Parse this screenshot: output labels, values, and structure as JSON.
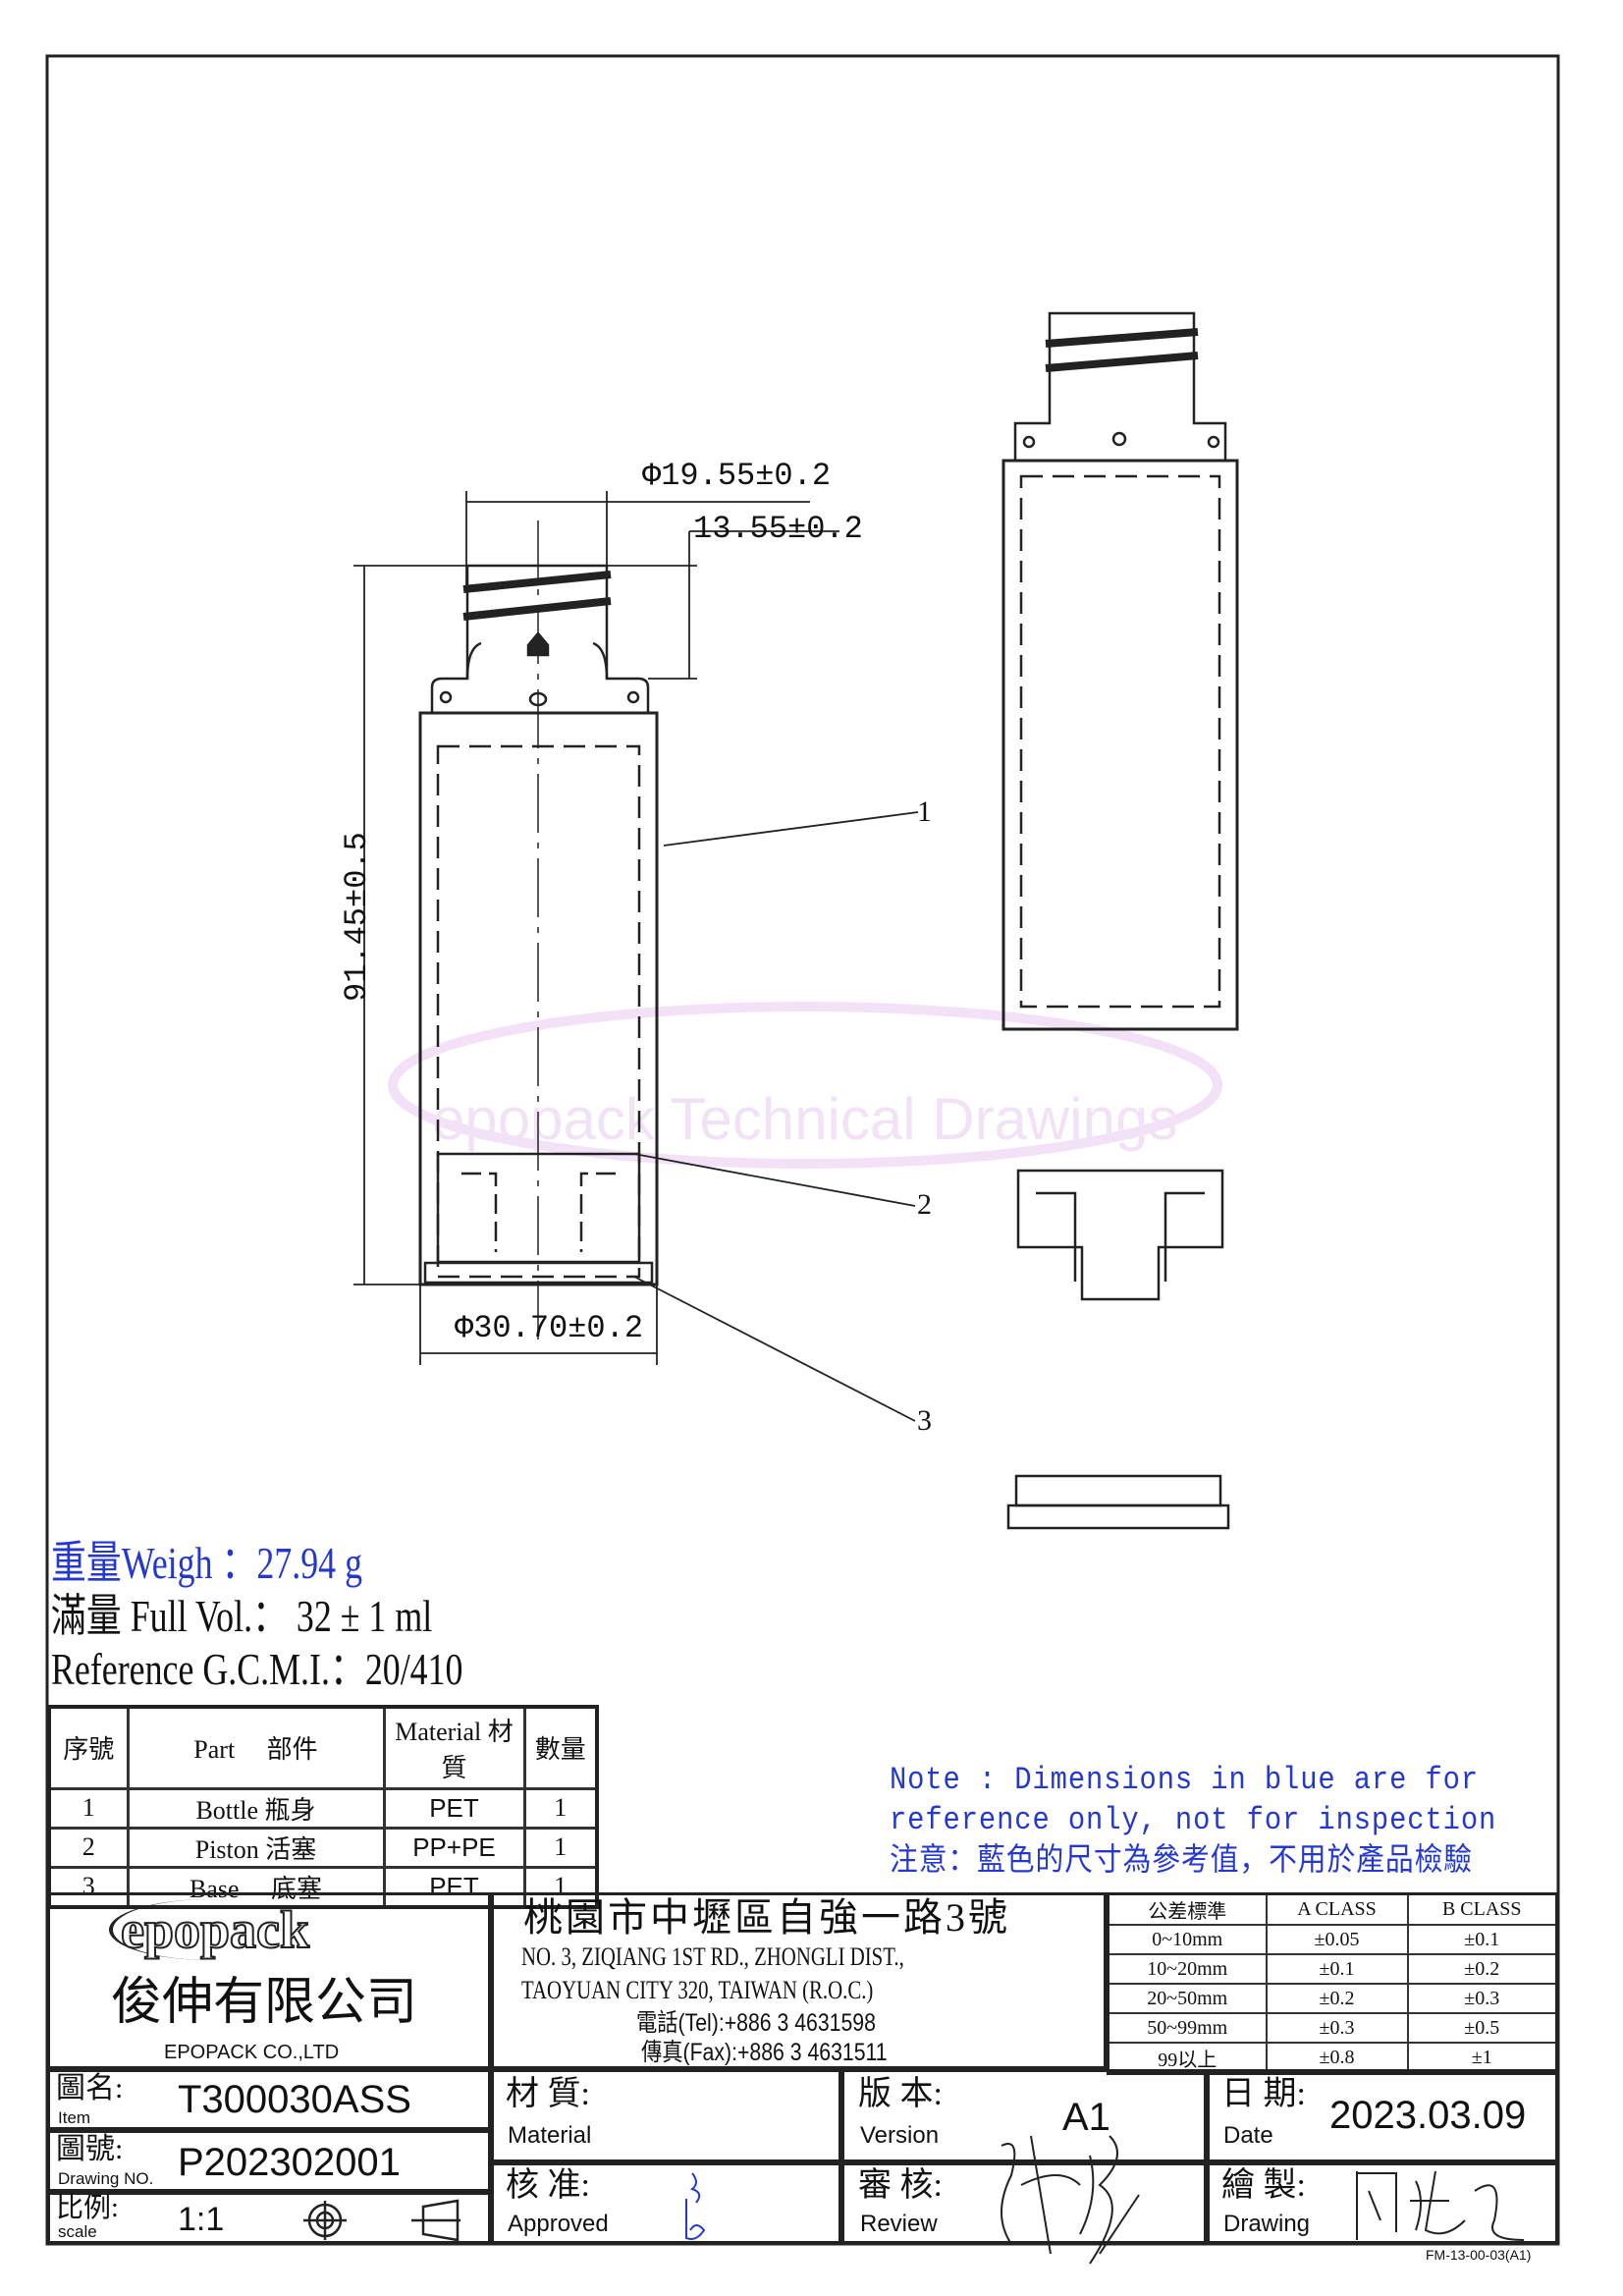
{
  "drawing": {
    "dimensions": {
      "neck_diameter": "Φ19.55±0.2",
      "neck_height": "13.55±0.2",
      "total_height": "91.45±0.5",
      "body_diameter": "Φ30.70±0.2"
    },
    "callouts": [
      "1",
      "2",
      "3"
    ],
    "watermark": "epopack Technical Drawings"
  },
  "info": {
    "weight": "重量Weigh ：27.94 g",
    "full_volume": "滿量 Full Vol.： 32 ± 1 ml",
    "gcmi": "Reference G.C.M.I.：20/410"
  },
  "parts_table": {
    "headers": [
      "序號",
      "Part　 部件",
      "Material 材質",
      "數量"
    ],
    "rows": [
      [
        "1",
        "Bottle 瓶身",
        "PET",
        "1"
      ],
      [
        "2",
        "Piston 活塞",
        "PP+PE",
        "1"
      ],
      [
        "3",
        "Base　 底塞",
        "PET",
        "1"
      ]
    ]
  },
  "note": {
    "line1": "Note : Dimensions in blue are for",
    "line2": "reference only, not for inspection",
    "line3": "注意：藍色的尺寸為參考值，不用於產品檢驗"
  },
  "company": {
    "logo": "epopack",
    "name_cn": "俊伸有限公司",
    "name_en": "EPOPACK CO.,LTD",
    "address_cn": "桃園市中壢區自強一路3號",
    "address_en1": "NO. 3, ZIQIANG 1ST RD., ZHONGLI DIST.,",
    "address_en2": "TAOYUAN CITY 320, TAIWAN (R.O.C.)",
    "tel": "電話(Tel):+886 3 4631598",
    "fax": "傳真(Fax):+886 3 4631511"
  },
  "tolerance": {
    "headers": [
      "公差標準",
      "A CLASS",
      "B CLASS"
    ],
    "rows": [
      [
        "0~10mm",
        "±0.05",
        "±0.1"
      ],
      [
        "10~20mm",
        "±0.1",
        "±0.2"
      ],
      [
        "20~50mm",
        "±0.2",
        "±0.3"
      ],
      [
        "50~99mm",
        "±0.3",
        "±0.5"
      ],
      [
        "99以上",
        "±0.8",
        "±1"
      ]
    ]
  },
  "title_block": {
    "item_label_cn": "圖名:",
    "item_label_en": "Item",
    "item": "T300030ASS",
    "drawing_no_label_cn": "圖號:",
    "drawing_no_label_en": "Drawing NO.",
    "drawing_no": "P202302001",
    "scale_label_cn": "比例:",
    "scale_label_en": "scale",
    "scale": "1:1",
    "material_label_cn": "材 質:",
    "material_label_en": "Material",
    "version_label_cn": "版 本:",
    "version_label_en": "Version",
    "version": "A1",
    "date_label_cn": "日 期:",
    "date_label_en": "Date",
    "date": "2023.03.09",
    "approved_label_cn": "核 准:",
    "approved_label_en": "Approved",
    "review_label_cn": "審 核:",
    "review_label_en": "Review",
    "drawing_label_cn": "繪 製:",
    "drawing_label_en": "Drawing",
    "form_no": "FM-13-00-03(A1)"
  }
}
